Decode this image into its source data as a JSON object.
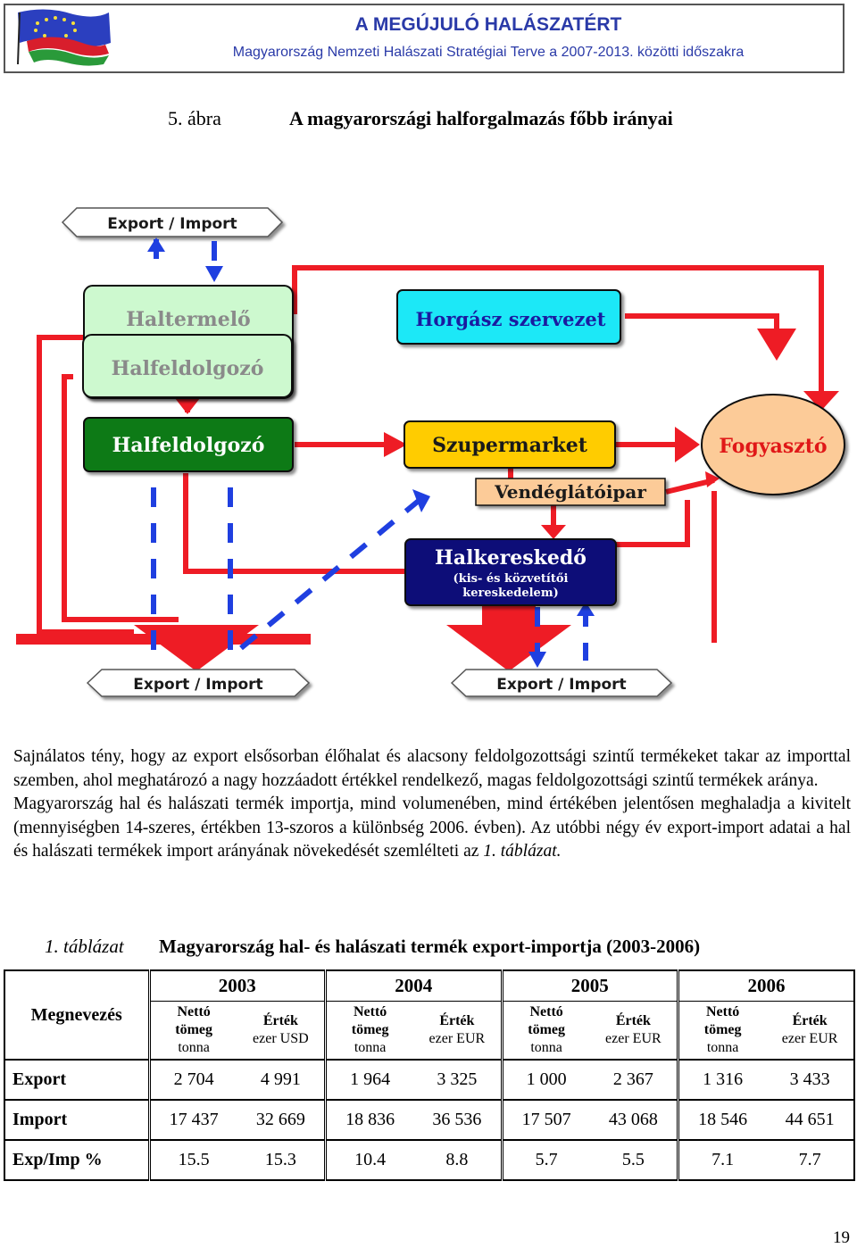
{
  "header": {
    "title": "A MEGÚJULÓ HALÁSZATÉRT",
    "subtitle": "Magyarország Nemzeti Halászati Stratégiai Terve a 2007-2013. közötti időszakra"
  },
  "figure": {
    "number": "5. ábra",
    "title": "A magyarországi halforgalmazás főbb irányai"
  },
  "diagram": {
    "export_import_top": "Export / Import",
    "haltermelo": "Haltermelő",
    "halfeldolgozo_upper": "Halfeldolgozó",
    "horgasz": "Horgász szervezet",
    "halfeldolgozo_lower": "Halfeldolgozó",
    "szupermarket": "Szupermarket",
    "fogyaszto": "Fogyasztó",
    "vendeglato": "Vendéglátóipar",
    "halkereskedo": "Halkereskedő",
    "halkereskedo_sub1": "(kis- és közvetítői",
    "halkereskedo_sub2": "kereskedelem)",
    "export_import_left": "Export / Import",
    "export_import_right": "Export / Import",
    "colors": {
      "arrow": "#ee1c25",
      "dashed": "#1f3fe0",
      "light_green": "#cdf9cf",
      "dark_green": "#0a7a12",
      "cyan": "#1ee8f7",
      "yellow": "#ffcc00",
      "peach": "#fccb98",
      "navy": "#0b0b78"
    }
  },
  "paragraph1": "Sajnálatos tény, hogy az export elsősorban élőhalat és alacsony feldolgozottsági szintű termékeket takar az importtal szemben, ahol meghatározó a nagy hozzáadott értékkel rendelkező, magas feldolgozottsági szintű termékek aránya.",
  "paragraph2_start": "Magyarország hal és halászati termék importja, mind volumenében, mind értékében jelentősen meghaladja a kivitelt (mennyiségben 14-szeres, értékben 13-szoros a különbség 2006. évben). Az utóbbi négy év export-import adatai a hal és halászati termékek import arányának növekedését szemlélteti az ",
  "paragraph2_ref": "1. táblázat.",
  "table": {
    "number": "1. táblázat",
    "title": "Magyarország hal- és halászati termék export-importja (2003-2006)",
    "name_header": "Megnevezés",
    "years": [
      "2003",
      "2004",
      "2005",
      "2006"
    ],
    "netto": [
      "Nettó",
      "tömeg",
      "tonna"
    ],
    "value_label": "Érték",
    "value_units": [
      "ezer USD",
      "ezer EUR",
      "ezer EUR",
      "ezer EUR"
    ],
    "rows": [
      {
        "label": "Export",
        "values": [
          "2 704",
          "4 991",
          "1 964",
          "3 325",
          "1 000",
          "2 367",
          "1 316",
          "3 433"
        ]
      },
      {
        "label": "Import",
        "values": [
          "17 437",
          "32 669",
          "18 836",
          "36 536",
          "17 507",
          "43 068",
          "18 546",
          "44 651"
        ]
      },
      {
        "label": "Exp/Imp %",
        "values": [
          "15.5",
          "15.3",
          "10.4",
          "8.8",
          "5.7",
          "5.5",
          "7.1",
          "7.7"
        ]
      }
    ]
  },
  "page_number": "19"
}
